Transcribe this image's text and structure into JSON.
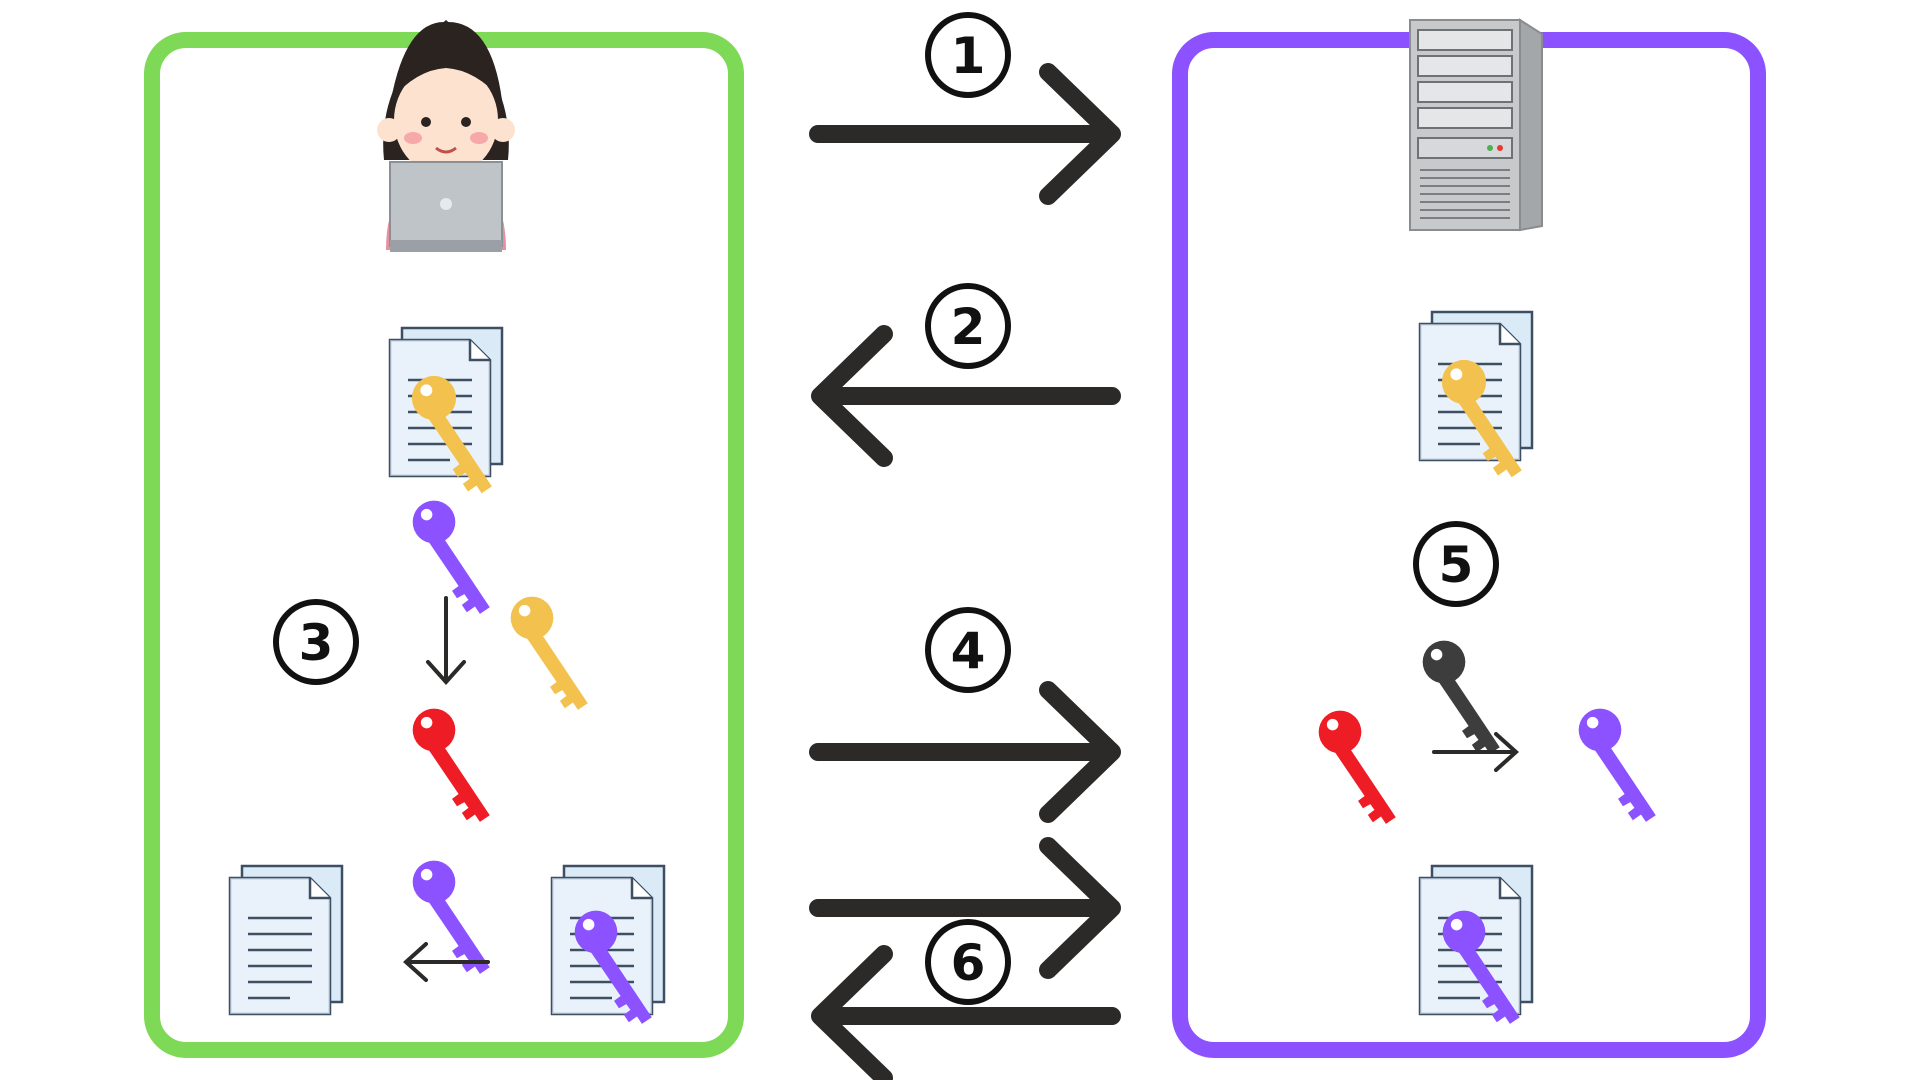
{
  "colors": {
    "client_border": "#7ed957",
    "server_border": "#8c52ff",
    "arrow": "#2b2a28",
    "key_gold": "#f2c14e",
    "key_purple": "#8c52ff",
    "key_red": "#ee1c25",
    "key_dark": "#3d3d3d",
    "document_fill": "#dbeaf7",
    "document_stroke": "#3c4f63"
  },
  "steps": {
    "s1": "1",
    "s2": "2",
    "s3": "3",
    "s4": "4",
    "s5": "5",
    "s6": "6"
  },
  "icons": [
    "person-with-laptop-icon",
    "server-tower-icon",
    "document-icon",
    "key-icon"
  ]
}
